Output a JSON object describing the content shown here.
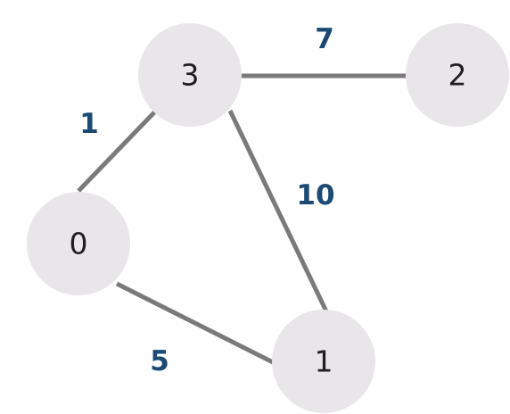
{
  "graph": {
    "colors": {
      "node_fill": "#e8e6e8",
      "node_text": "#1e1e1e",
      "edge": "#7a7a7a",
      "weight_text": "#1d4a72"
    },
    "nodes": [
      {
        "id": "3",
        "label": "3"
      },
      {
        "id": "2",
        "label": "2"
      },
      {
        "id": "0",
        "label": "0"
      },
      {
        "id": "1",
        "label": "1"
      }
    ],
    "edges": [
      {
        "from": "3",
        "to": "2",
        "weight": "7"
      },
      {
        "from": "3",
        "to": "0",
        "weight": "1"
      },
      {
        "from": "3",
        "to": "1",
        "weight": "10"
      },
      {
        "from": "0",
        "to": "1",
        "weight": "5"
      }
    ]
  }
}
